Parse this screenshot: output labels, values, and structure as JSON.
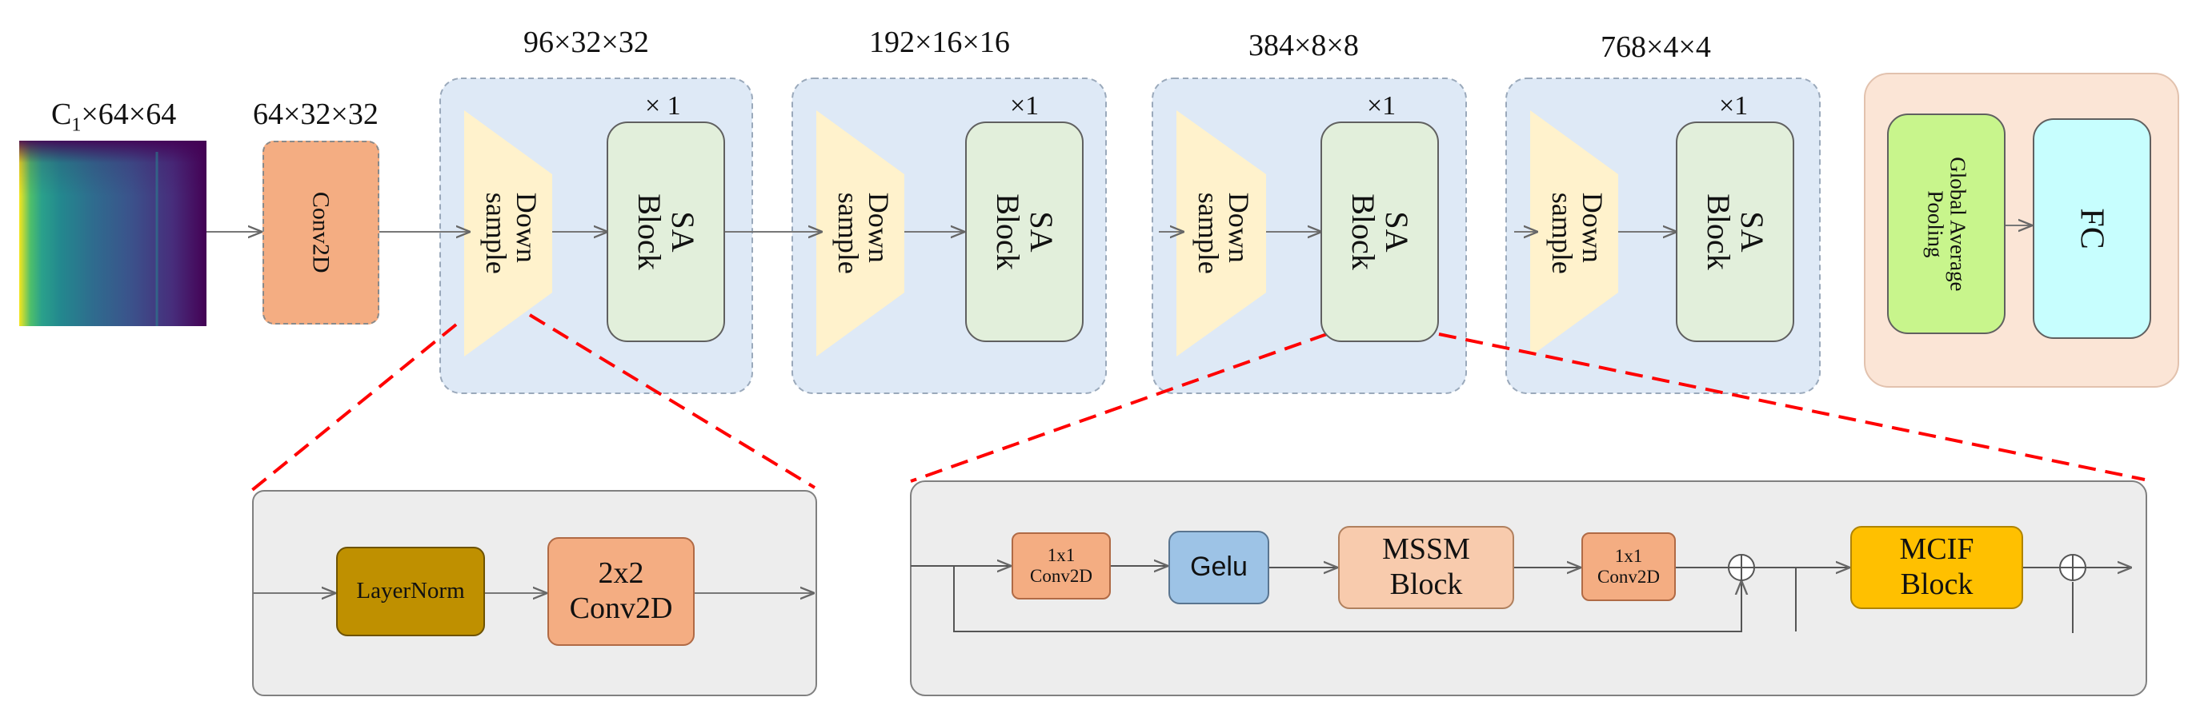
{
  "input": {
    "label_main": "C",
    "label_sub": "1",
    "label_rest": "×64×64",
    "heatmap_colors": [
      "#f5e61f",
      "#4fbf6a",
      "#2aa18b",
      "#23888e",
      "#2f6b8e",
      "#3b528b",
      "#472d7b",
      "#440154"
    ]
  },
  "stem": {
    "dims": "64×32×32",
    "label": "Conv2D"
  },
  "stages": [
    {
      "dims": "96×32×32",
      "repeat": "× 1",
      "downsample": "Down\nsample",
      "block": "SA\nBlock"
    },
    {
      "dims": "192×16×16",
      "repeat": "×1",
      "downsample": "Down\nsample",
      "block": "SA\nBlock"
    },
    {
      "dims": "384×8×8",
      "repeat": "×1",
      "downsample": "Down\nsample",
      "block": "SA\nBlock"
    },
    {
      "dims": "768×4×4",
      "repeat": "×1",
      "downsample": "Down\nsample",
      "block": "SA\nBlock"
    }
  ],
  "head": {
    "pool": "Global Average\nPooling",
    "fc": "FC"
  },
  "downsample_detail": {
    "norm": "LayerNorm",
    "conv": "2x2\nConv2D"
  },
  "sa_detail": {
    "conv1": "1x1\nConv2D",
    "act": "Gelu",
    "mssm": "MSSM\nBlock",
    "conv2": "1x1\nConv2D",
    "mcif": "MCIF\nBlock"
  },
  "colors": {
    "stage_bg": "#dee9f6",
    "head_bg": "#fbe5d6",
    "downsample": "#fff2cc",
    "zoom_lines": "#ff0000",
    "detail_bg": "#ededed"
  }
}
